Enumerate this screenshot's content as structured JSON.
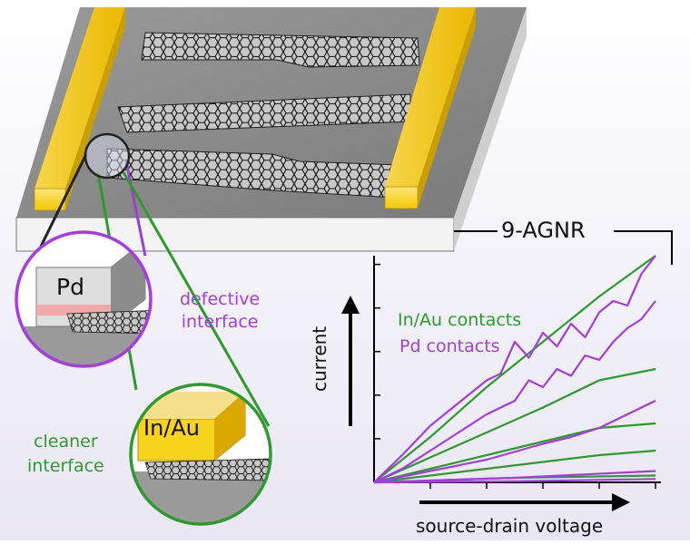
{
  "labels": {
    "pd_metal": "Pd",
    "inau_metal": "In/Au",
    "defective_1": "defective",
    "defective_2": "interface",
    "cleaner_1": "cleaner",
    "cleaner_2": "interface"
  },
  "colors": {
    "gold": "#f2c400",
    "purple": "#a53ce0",
    "green": "#2e9a2e",
    "axis": "#000000"
  },
  "chart_data": {
    "type": "line",
    "title": "9-AGNR",
    "xlabel": "source-drain voltage",
    "ylabel": "current",
    "legend": [
      "In/Au contacts",
      "Pd contacts"
    ],
    "legend_placement": "top-left",
    "xlim": [
      0,
      1
    ],
    "ylim": [
      0,
      1
    ],
    "grid": false,
    "series": [
      {
        "name": "In/Au contacts",
        "color": "#2e9a2e",
        "x": [
          0,
          0.2,
          0.4,
          0.6,
          0.8,
          1.0
        ],
        "y": [
          0,
          0.2,
          0.42,
          0.62,
          0.82,
          1.0
        ]
      },
      {
        "name": "In/Au contacts",
        "color": "#2e9a2e",
        "x": [
          0,
          0.2,
          0.4,
          0.6,
          0.8,
          1.0
        ],
        "y": [
          0,
          0.11,
          0.22,
          0.33,
          0.45,
          0.5
        ]
      },
      {
        "name": "In/Au contacts",
        "color": "#2e9a2e",
        "x": [
          0,
          0.2,
          0.4,
          0.6,
          0.8,
          1.0
        ],
        "y": [
          0,
          0.06,
          0.12,
          0.18,
          0.24,
          0.26
        ]
      },
      {
        "name": "In/Au contacts",
        "color": "#2e9a2e",
        "x": [
          0,
          0.2,
          0.4,
          0.6,
          0.8,
          1.0
        ],
        "y": [
          0,
          0.03,
          0.06,
          0.09,
          0.12,
          0.14
        ]
      },
      {
        "name": "In/Au contacts",
        "color": "#2e9a2e",
        "x": [
          0,
          0.5,
          1.0
        ],
        "y": [
          0,
          0.02,
          0.03
        ]
      },
      {
        "name": "Pd contacts",
        "color": "#a53ce0",
        "x": [
          0,
          0.1,
          0.2,
          0.3,
          0.4,
          0.45,
          0.5,
          0.55,
          0.6,
          0.65,
          0.7,
          0.75,
          0.8,
          0.85,
          0.9,
          0.95,
          1.0
        ],
        "y": [
          0,
          0.12,
          0.25,
          0.35,
          0.45,
          0.48,
          0.62,
          0.55,
          0.66,
          0.6,
          0.7,
          0.64,
          0.75,
          0.8,
          0.78,
          0.92,
          1.0
        ]
      },
      {
        "name": "Pd contacts",
        "color": "#a53ce0",
        "x": [
          0,
          0.1,
          0.2,
          0.3,
          0.4,
          0.5,
          0.55,
          0.6,
          0.65,
          0.7,
          0.75,
          0.8,
          0.85,
          0.9,
          0.95,
          1.0
        ],
        "y": [
          0,
          0.06,
          0.14,
          0.22,
          0.3,
          0.36,
          0.45,
          0.42,
          0.5,
          0.47,
          0.56,
          0.54,
          0.62,
          0.68,
          0.72,
          0.8
        ]
      },
      {
        "name": "Pd contacts",
        "color": "#a53ce0",
        "x": [
          0,
          0.2,
          0.4,
          0.6,
          0.7,
          0.8,
          0.9,
          1.0
        ],
        "y": [
          0,
          0.05,
          0.1,
          0.17,
          0.2,
          0.24,
          0.3,
          0.36
        ]
      },
      {
        "name": "Pd contacts",
        "color": "#a53ce0",
        "x": [
          0,
          0.5,
          1.0
        ],
        "y": [
          0,
          0.02,
          0.05
        ]
      },
      {
        "name": "Pd contacts",
        "color": "#a53ce0",
        "x": [
          0,
          0.5,
          1.0
        ],
        "y": [
          0,
          0.005,
          0.015
        ]
      }
    ]
  }
}
